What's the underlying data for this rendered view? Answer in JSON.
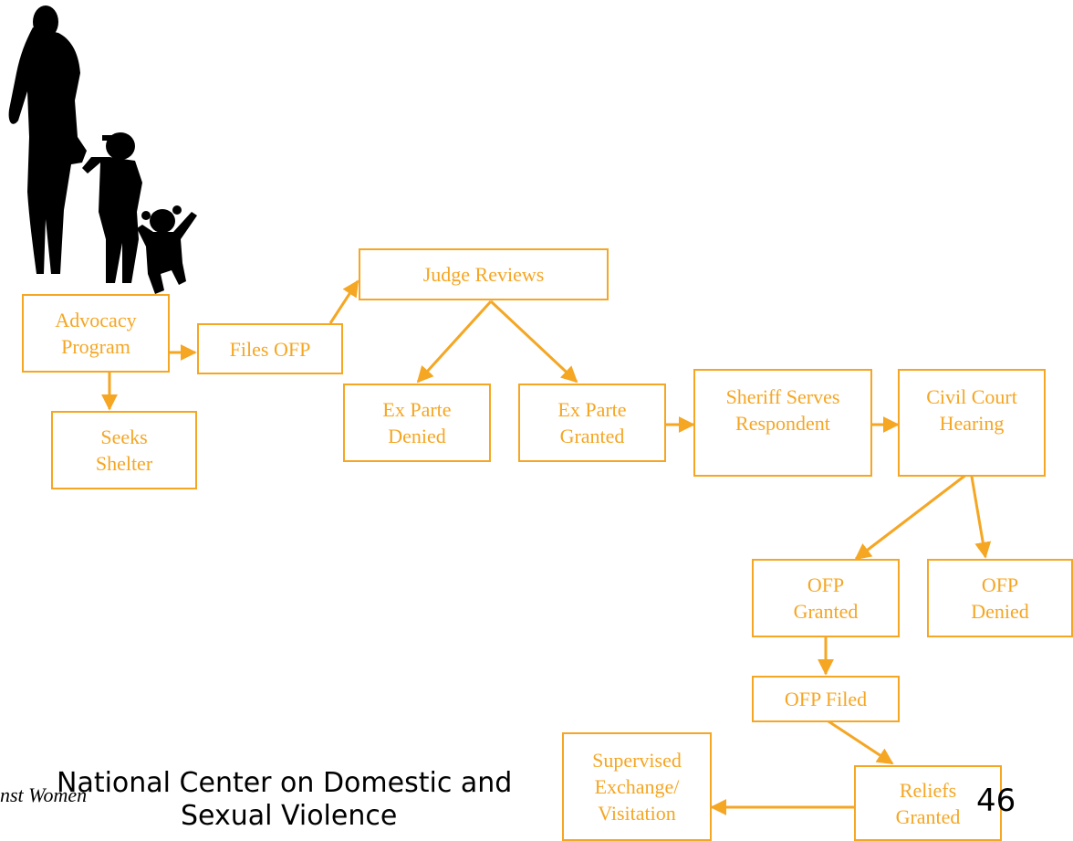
{
  "diagram": {
    "nodes": {
      "advocacy_program": {
        "line1": "Advocacy",
        "line2": "Program"
      },
      "seeks_shelter": {
        "line1": "Seeks",
        "line2": "Shelter"
      },
      "files_ofp": {
        "line1": "Files OFP"
      },
      "judge_reviews": {
        "line1": "Judge Reviews"
      },
      "ex_parte_denied": {
        "line1": "Ex Parte",
        "line2": "Denied"
      },
      "ex_parte_granted": {
        "line1": "Ex Parte",
        "line2": "Granted"
      },
      "sheriff_serves": {
        "line1": "Sheriff Serves",
        "line2": "Respondent"
      },
      "civil_court_hearing": {
        "line1": "Civil Court",
        "line2": "Hearing"
      },
      "ofp_granted": {
        "line1": "OFP",
        "line2": "Granted"
      },
      "ofp_denied": {
        "line1": "OFP",
        "line2": "Denied"
      },
      "ofp_filed": {
        "line1": "OFP Filed"
      },
      "reliefs_granted": {
        "line1": "Reliefs",
        "line2": "Granted"
      },
      "supervised_exchange": {
        "line1": "Supervised",
        "line2": "Exchange/",
        "line3": "Visitation"
      }
    },
    "colors": {
      "accent": "#F5A623",
      "silhouette": "#000000"
    }
  },
  "footer": {
    "org_line1": "National Center on Domestic and",
    "org_line2": "Sexual Violence",
    "left_fragment": "nst Women",
    "page_number": "46"
  }
}
